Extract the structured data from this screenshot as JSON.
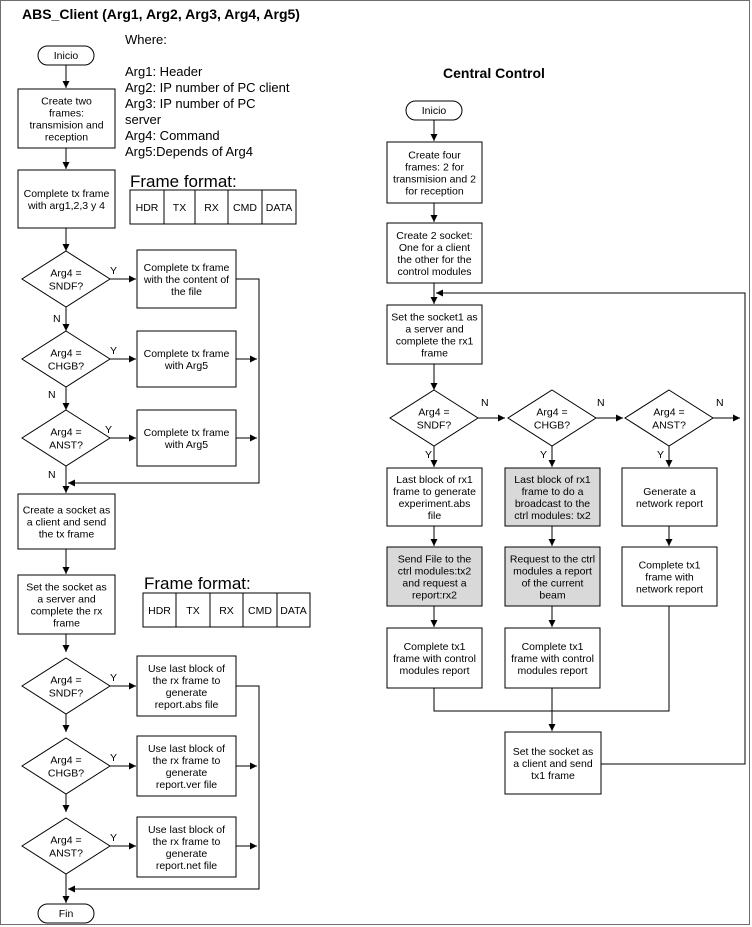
{
  "title": "ABS_Client (Arg1, Arg2, Arg3, Arg4, Arg5)",
  "legend": {
    "where": "Where:",
    "lines": [
      "Arg1: Header",
      "Arg2: IP number of PC client",
      "Arg3: IP number of PC",
      "server",
      "Arg4: Command",
      "Arg5:Depends of Arg4"
    ]
  },
  "frame_format": {
    "label": "Frame format:",
    "fields": [
      "HDR",
      "TX",
      "RX",
      "CMD",
      "DATA"
    ]
  },
  "client": {
    "start": "Inicio",
    "create_frames": [
      "Create two",
      "frames:",
      "transmision and",
      "reception"
    ],
    "complete_tx": [
      "Complete tx frame",
      "with arg1,2,3 y 4"
    ],
    "dec1": [
      "Arg4 =",
      "SNDF?"
    ],
    "dec2": [
      "Arg4 =",
      "CHGB?"
    ],
    "dec3": [
      "Arg4 =",
      "ANST?"
    ],
    "act1": [
      "Complete tx frame",
      "with the content of",
      "the file"
    ],
    "act2": [
      "Complete tx frame",
      "with Arg5"
    ],
    "act3": [
      "Complete tx frame",
      "with Arg5"
    ],
    "create_socket": [
      "Create a socket as",
      "a client and send",
      "the tx frame"
    ],
    "set_socket": [
      "Set the socket as",
      "a server and",
      "complete the rx",
      "frame"
    ],
    "dec4": [
      "Arg4 =",
      "SNDF?"
    ],
    "dec5": [
      "Arg4 =",
      "CHGB?"
    ],
    "dec6": [
      "Arg4 =",
      "ANST?"
    ],
    "act4": [
      "Use last block of",
      "the rx frame to",
      "generate",
      "report.abs file"
    ],
    "act5": [
      "Use last block of",
      "the rx frame to",
      "generate",
      "report.ver file"
    ],
    "act6": [
      "Use last block of",
      "the rx frame to",
      "generate",
      "report.net file"
    ],
    "end": "Fin",
    "yes": "Y",
    "no": "N"
  },
  "central": {
    "title": "Central Control",
    "start": "Inicio",
    "create_frames": [
      "Create four",
      "frames:  2 for",
      "transmision and 2",
      "for reception"
    ],
    "create_socket": [
      "Create 2 socket:",
      "One for a client",
      "the other for the",
      "control modules"
    ],
    "set_socket1": [
      "Set the socket1 as",
      "a server and",
      "complete the rx1",
      "frame"
    ],
    "dec1": [
      "Arg4 =",
      "SNDF?"
    ],
    "dec2": [
      "Arg4 =",
      "CHGB?"
    ],
    "dec3": [
      "Arg4 =",
      "ANST?"
    ],
    "a1": [
      "Last block of rx1",
      "frame to generate",
      "experiment.abs",
      "file"
    ],
    "a2": [
      "Last block of rx1",
      "frame to do a",
      "broadcast to the",
      "ctrl modules: tx2"
    ],
    "a3": [
      "Generate a",
      "network report"
    ],
    "b1": [
      "Send File to the",
      "ctrl modules:tx2",
      "and request a",
      "report:rx2"
    ],
    "b2": [
      "Request to the ctrl",
      "modules a report",
      "of the current",
      "beam"
    ],
    "b3": [
      "Complete tx1",
      "frame with",
      "network report"
    ],
    "c1": [
      "Complete tx1",
      "frame with control",
      "modules report"
    ],
    "c2": [
      "Complete tx1",
      "frame with control",
      "modules report"
    ],
    "send": [
      "Set the socket as",
      "a client and send",
      "tx1 frame"
    ],
    "yes": "Y",
    "no": "N"
  },
  "colors": {
    "highlight_fill": "#d9d9d9",
    "stroke": "#000000"
  }
}
